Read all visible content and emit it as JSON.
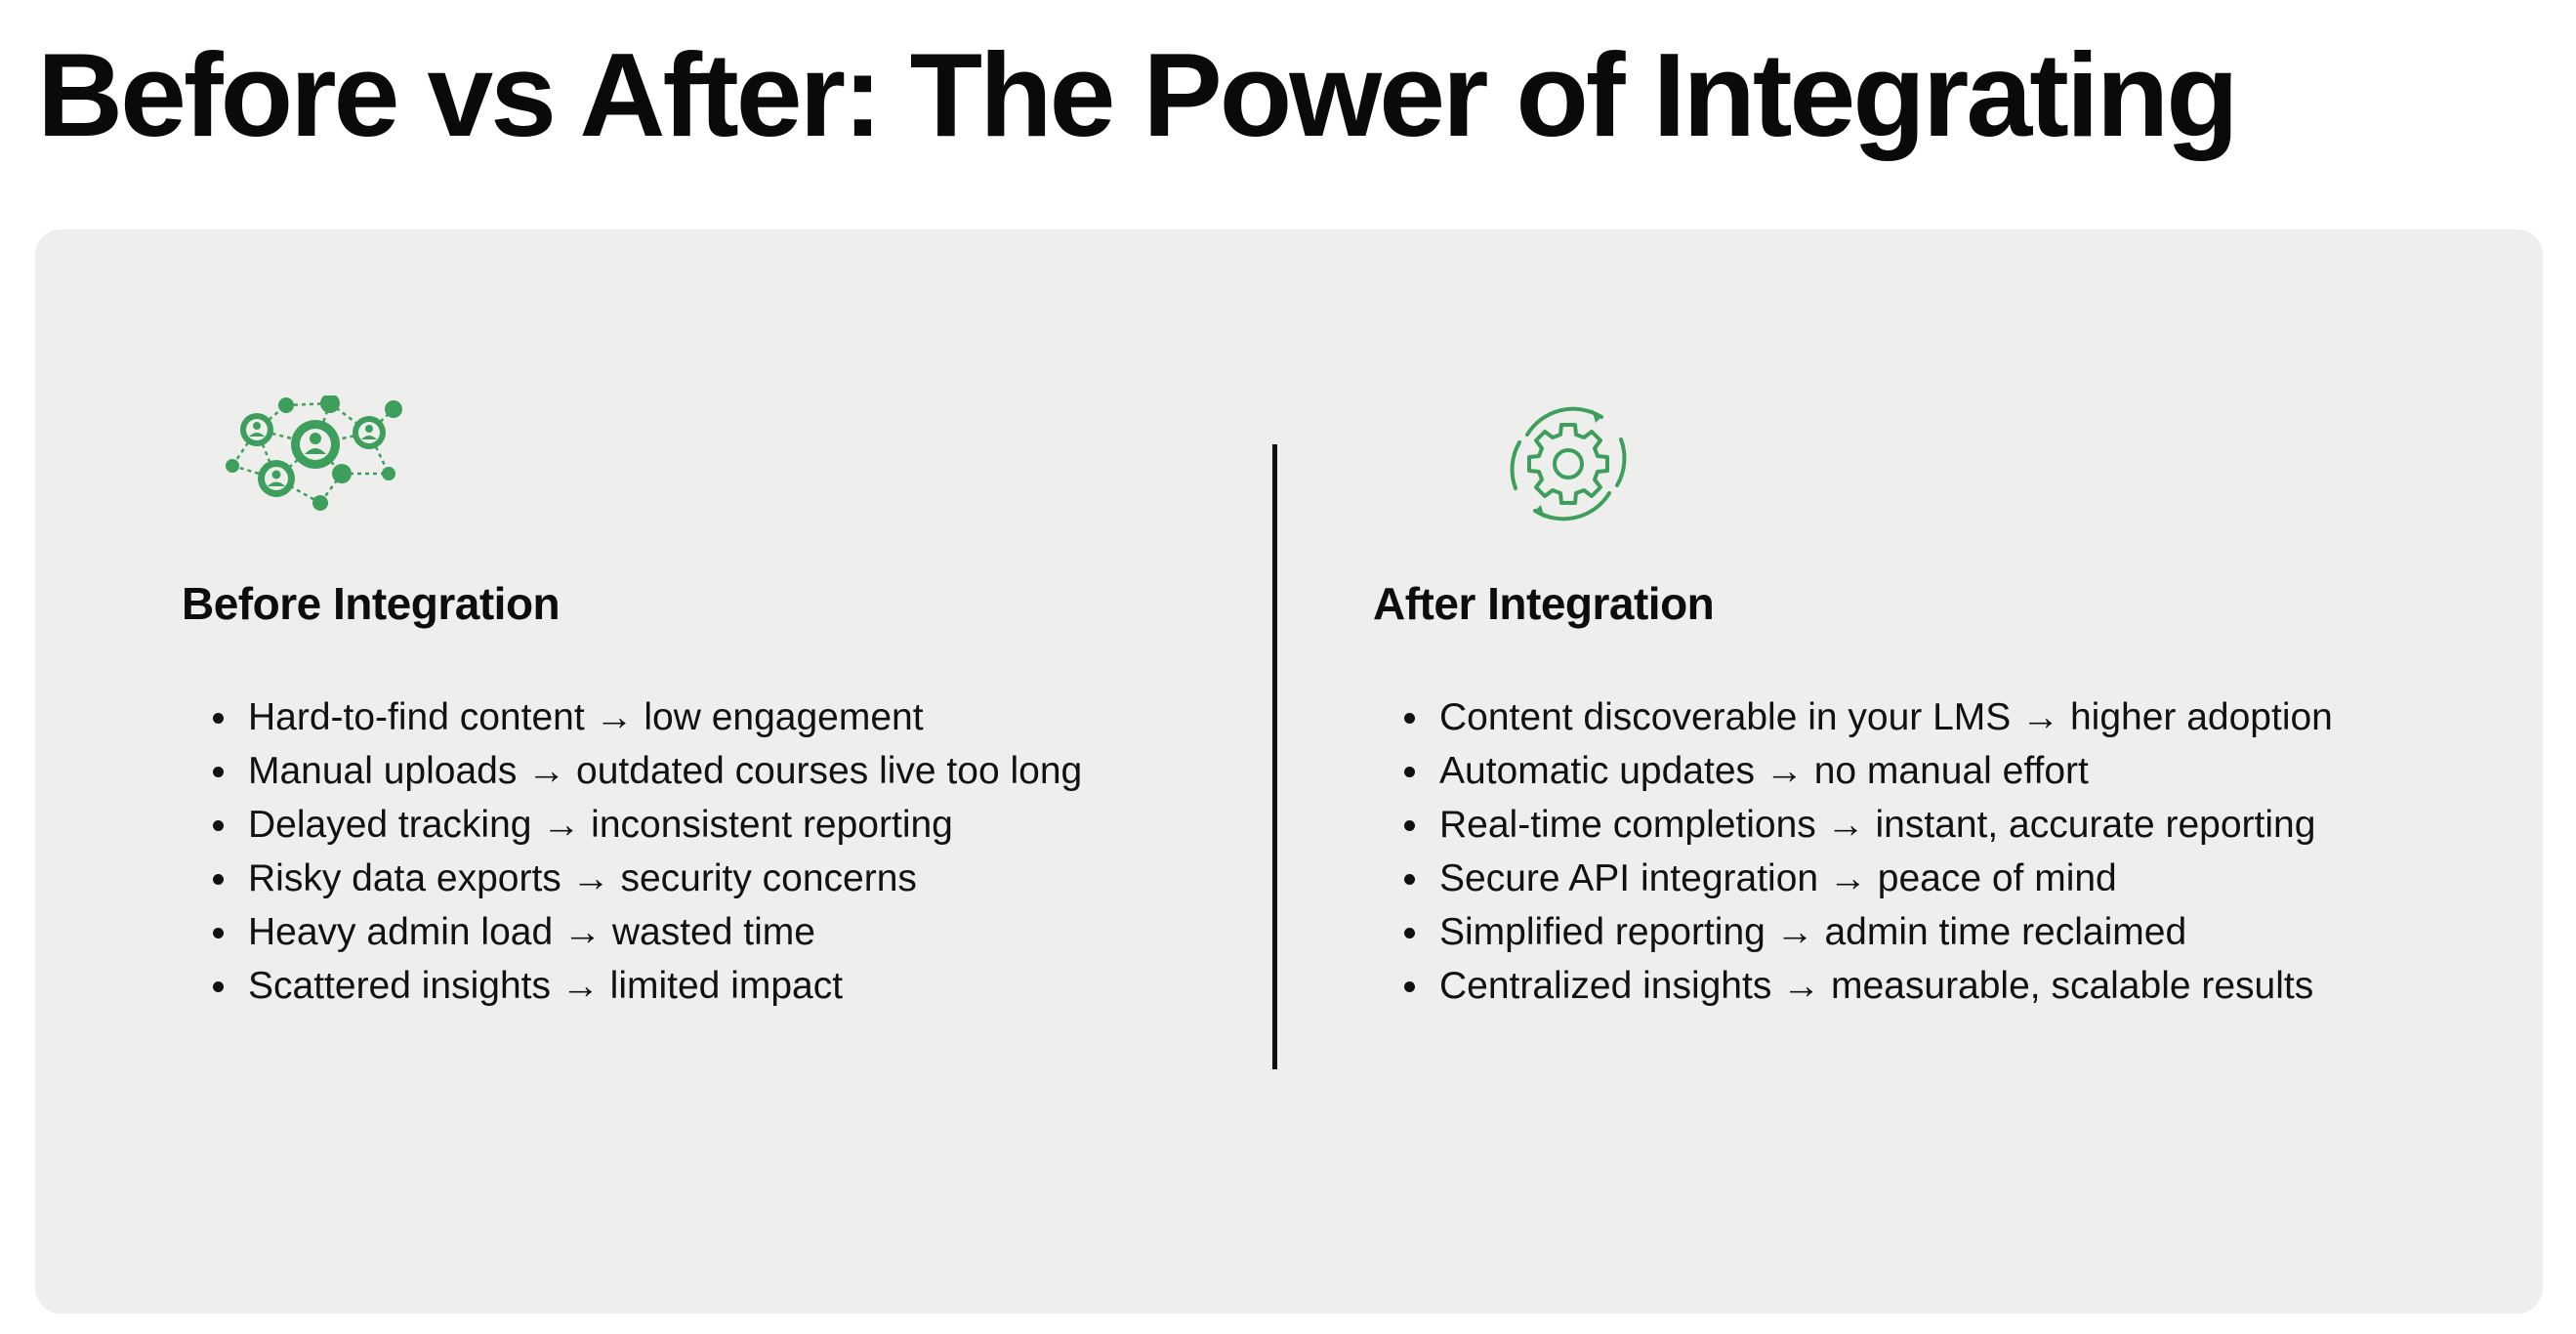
{
  "title": "Before vs After: The Power of Integrating",
  "colors": {
    "accent_green": "#3e9f5c",
    "panel_background": "#eeefec",
    "text": "#0d0d0d"
  },
  "before": {
    "icon": "network-people-icon",
    "heading": "Before Integration",
    "items": [
      "Hard-to-find content → low engagement",
      "Manual uploads → outdated courses live too long",
      "Delayed tracking → inconsistent reporting",
      "Risky data exports → security concerns",
      "Heavy admin load → wasted time",
      "Scattered insights → limited impact"
    ]
  },
  "after": {
    "icon": "gear-sync-icon",
    "heading": "After Integration",
    "items": [
      "Content discoverable in your LMS → higher adoption",
      "Automatic updates → no manual effort",
      "Real-time completions → instant, accurate reporting",
      "Secure API integration → peace of mind",
      "Simplified reporting → admin time reclaimed",
      "Centralized insights → measurable, scalable results"
    ]
  }
}
